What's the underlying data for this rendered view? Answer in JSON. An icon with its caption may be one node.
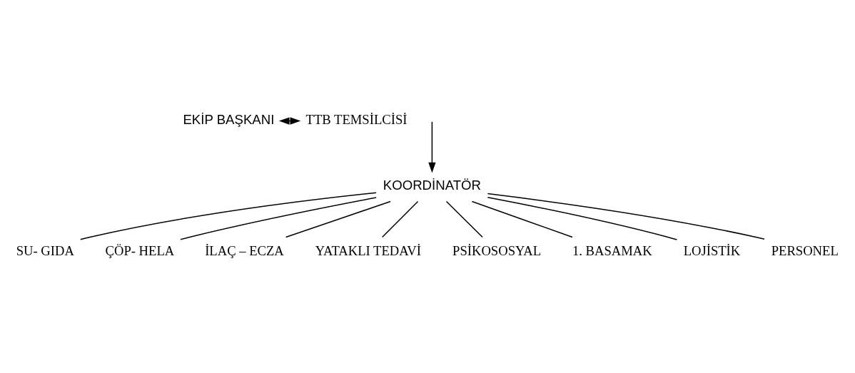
{
  "diagram": {
    "nodes": [
      {
        "text": [
          "EKİP BAŞKANI"
        ]
      },
      {
        "text": [
          "TTB TEMSİLCİSİ"
        ]
      },
      {
        "text": [
          "KOORDİNATÖR"
        ]
      },
      {
        "text": [
          "SU- GIDA"
        ]
      },
      {
        "text": [
          "ÇÖP- HELA"
        ]
      },
      {
        "text": [
          "İLAÇ – ECZA"
        ]
      },
      {
        "text": [
          "YATAKLI TEDAVİ"
        ]
      },
      {
        "text": [
          "PSİKOSOSYAL"
        ]
      },
      {
        "text": [
          "1. BASAMAK"
        ]
      },
      {
        "text": [
          "LOJİSTİK"
        ]
      },
      {
        "text": [
          "PERSONEL"
        ]
      }
    ],
    "edges": [
      {
        "from": 0,
        "to": 1,
        "arrow": "both"
      },
      {
        "from": null,
        "to": 2,
        "arrow": "to"
      },
      {
        "from": 2,
        "to": 3,
        "arrow": "none"
      },
      {
        "from": 2,
        "to": 4,
        "arrow": "none"
      },
      {
        "from": 2,
        "to": 5,
        "arrow": "none"
      },
      {
        "from": 2,
        "to": 6,
        "arrow": "none"
      },
      {
        "from": 2,
        "to": 7,
        "arrow": "none"
      },
      {
        "from": 2,
        "to": 8,
        "arrow": "none"
      },
      {
        "from": 2,
        "to": 9,
        "arrow": "none"
      },
      {
        "from": 2,
        "to": 10,
        "arrow": "none"
      }
    ]
  }
}
